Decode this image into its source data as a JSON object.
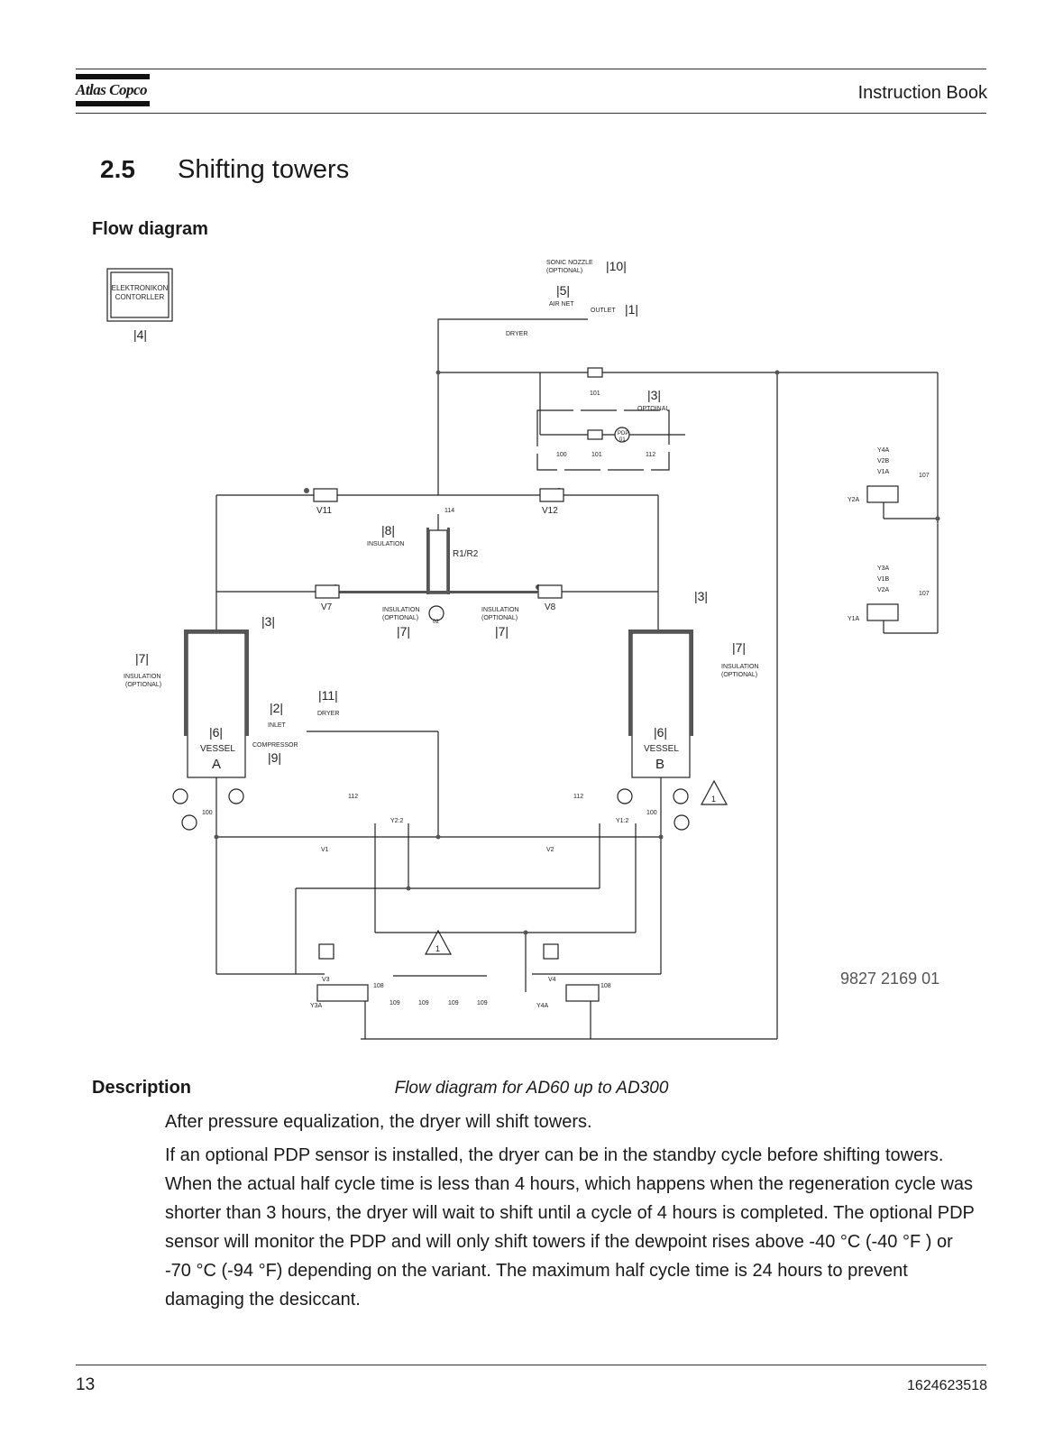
{
  "header": {
    "logo": "Atlas Copco",
    "title": "Instruction Book"
  },
  "section": {
    "number": "2.5",
    "title": "Shifting towers"
  },
  "flow_heading": "Flow diagram",
  "diagram": {
    "controller_line1": "ELEKTRONIKON",
    "controller_line2": "CONTORLLER",
    "ref4": "|4|",
    "sonic1": "SONIC NOZZLE",
    "sonic2": "(OPTIONAL)",
    "ref10": "|10|",
    "ref5": "|5|",
    "air_net": "AIR NET",
    "outlet": "OUTLET",
    "ref1": "|1|",
    "dryer_top": "DRYER",
    "b101a": "101",
    "ref3a": "|3|",
    "optional_top": "OPTOINAL",
    "pdp": "PDP",
    "pdp_num": "01",
    "b100a": "100",
    "b101b": "101",
    "b112a": "112",
    "v11": "V11",
    "v12": "V12",
    "b114": "114",
    "ref8": "|8|",
    "insulation8": "INSULATION",
    "r1r2": "R1/R2",
    "v7": "V7",
    "v8": "V8",
    "ins1": "INSULATION",
    "opt1": "(OPTIONAL)",
    "ins2": "INSULATION",
    "opt2": "(OPTIONAL)",
    "ref7a": "|7|",
    "ref7b": "|7|",
    "tt02": "02",
    "ref3b": "|3|",
    "ref3c": "|3|",
    "ref7c": "|7|",
    "insL1": "INSULATION",
    "insL2": "(OPTIONAL)",
    "ref7d": "|7|",
    "insR1": "INSULATION",
    "insR2": "(OPTIONAL)",
    "ref2": "|2|",
    "inlet": "INLET",
    "ref11": "|11|",
    "dryer_mid": "DRYER",
    "compressor": "COMPRESSOR",
    "ref9": "|9|",
    "ref6a": "|6|",
    "vessel_a": "VESSEL",
    "a": "A",
    "ref6b": "|6|",
    "vessel_b": "VESSEL",
    "b": "B",
    "b100b": "100",
    "b100c": "100",
    "b112b": "112",
    "b112c": "112",
    "y22": "Y2:2",
    "y12": "Y1:2",
    "v1": "V1",
    "v2": "V2",
    "v3": "V3",
    "v4": "V4",
    "y3a_bottom": "Y3A",
    "y4a_bottom": "Y4A",
    "b108a": "108",
    "b108b": "108",
    "b109a": "109",
    "b109b": "109",
    "b109c": "109",
    "b109d": "109",
    "warn1": "1",
    "warn2": "1",
    "y4a": "Y4A",
    "v2b": "V2B",
    "v1a": "V1A",
    "y2a": "Y2A",
    "b107a": "107",
    "y3a": "Y3A",
    "v1b": "V1B",
    "v2a": "V2A",
    "y1a": "Y1A",
    "b107b": "107",
    "drawing_no": "9827 2169 01"
  },
  "caption": "Flow diagram for AD60 up to AD300",
  "description_heading": "Description",
  "paragraphs": [
    "After pressure equalization, the dryer will shift towers.",
    "If an optional PDP sensor is installed, the dryer can be in the standby cycle before shifting towers. When the actual half cycle time is less than 4 hours, which happens when the regeneration cycle was shorter than 3 hours, the dryer will wait to shift until a cycle of 4 hours is completed. The optional PDP sensor will monitor the PDP and will only shift towers if the dewpoint rises above -40 °C (-40 °F ) or -70 °C (-94 °F) depending on the variant. The maximum half cycle time is 24 hours to prevent damaging the desiccant."
  ],
  "footer": {
    "page": "13",
    "doc_number": "1624623518"
  }
}
